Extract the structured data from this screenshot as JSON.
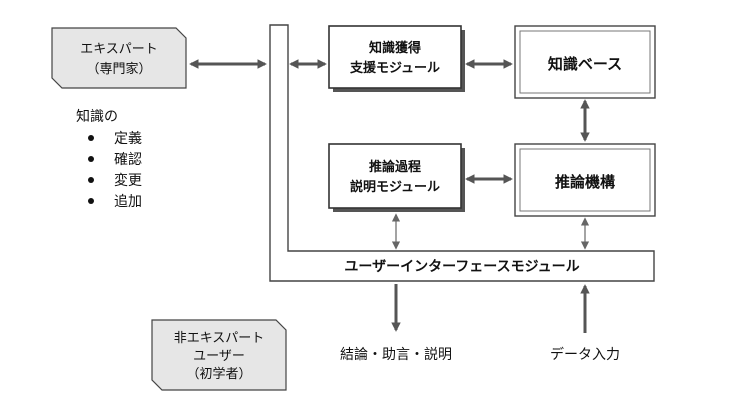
{
  "expert": {
    "line1": "エキスパート",
    "line2": "（専門家）"
  },
  "knowledge_ops": {
    "heading": "知識の",
    "items": [
      "定義",
      "確認",
      "変更",
      "追加"
    ]
  },
  "modules": {
    "acquisition": {
      "line1": "知識獲得",
      "line2": "支援モジュール"
    },
    "knowledge_base": "知識ベース",
    "explanation": {
      "line1": "推論過程",
      "line2": "説明モジュール"
    },
    "inference": "推論機構",
    "ui": "ユーザーインターフェースモジュール"
  },
  "non_expert": {
    "line1": "非エキスパート",
    "line2": "ユーザー",
    "line3": "（初学者）"
  },
  "outputs": {
    "conclusion": "結論・助言・説明",
    "data_input": "データ入力"
  },
  "colors": {
    "card": "#e6e6e6",
    "line": "#555555",
    "shadow": "#555555"
  }
}
